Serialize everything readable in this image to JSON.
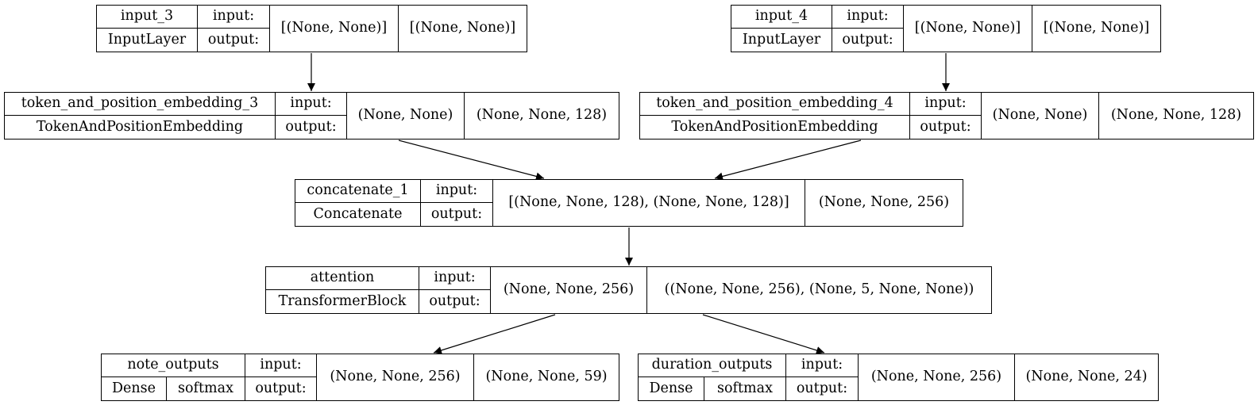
{
  "io_labels": {
    "input": "input:",
    "output": "output:"
  },
  "nodes": [
    {
      "id": "input_3",
      "name": "input_3",
      "type": "InputLayer",
      "input_shape": "[(None, None)]",
      "output_shape": "[(None, None)]"
    },
    {
      "id": "input_4",
      "name": "input_4",
      "type": "InputLayer",
      "input_shape": "[(None, None)]",
      "output_shape": "[(None, None)]"
    },
    {
      "id": "emb_3",
      "name": "token_and_position_embedding_3",
      "type": "TokenAndPositionEmbedding",
      "input_shape": "(None, None)",
      "output_shape": "(None, None, 128)"
    },
    {
      "id": "emb_4",
      "name": "token_and_position_embedding_4",
      "type": "TokenAndPositionEmbedding",
      "input_shape": "(None, None)",
      "output_shape": "(None, None, 128)"
    },
    {
      "id": "concat",
      "name": "concatenate_1",
      "type": "Concatenate",
      "input_shape": "[(None, None, 128), (None, None, 128)]",
      "output_shape": "(None, None, 256)"
    },
    {
      "id": "attention",
      "name": "attention",
      "type": "TransformerBlock",
      "input_shape": "(None, None, 256)",
      "output_shape": "((None, None, 256), (None, 5, None, None))"
    },
    {
      "id": "note",
      "name": "note_outputs",
      "type": "Dense",
      "activation": "softmax",
      "input_shape": "(None, None, 256)",
      "output_shape": "(None, None, 59)"
    },
    {
      "id": "duration",
      "name": "duration_outputs",
      "type": "Dense",
      "activation": "softmax",
      "input_shape": "(None, None, 256)",
      "output_shape": "(None, None, 24)"
    }
  ],
  "edges": [
    {
      "from": "input_3",
      "to": "emb_3"
    },
    {
      "from": "input_4",
      "to": "emb_4"
    },
    {
      "from": "emb_3",
      "to": "concat"
    },
    {
      "from": "emb_4",
      "to": "concat"
    },
    {
      "from": "concat",
      "to": "attention"
    },
    {
      "from": "attention",
      "to": "note"
    },
    {
      "from": "attention",
      "to": "duration"
    }
  ]
}
